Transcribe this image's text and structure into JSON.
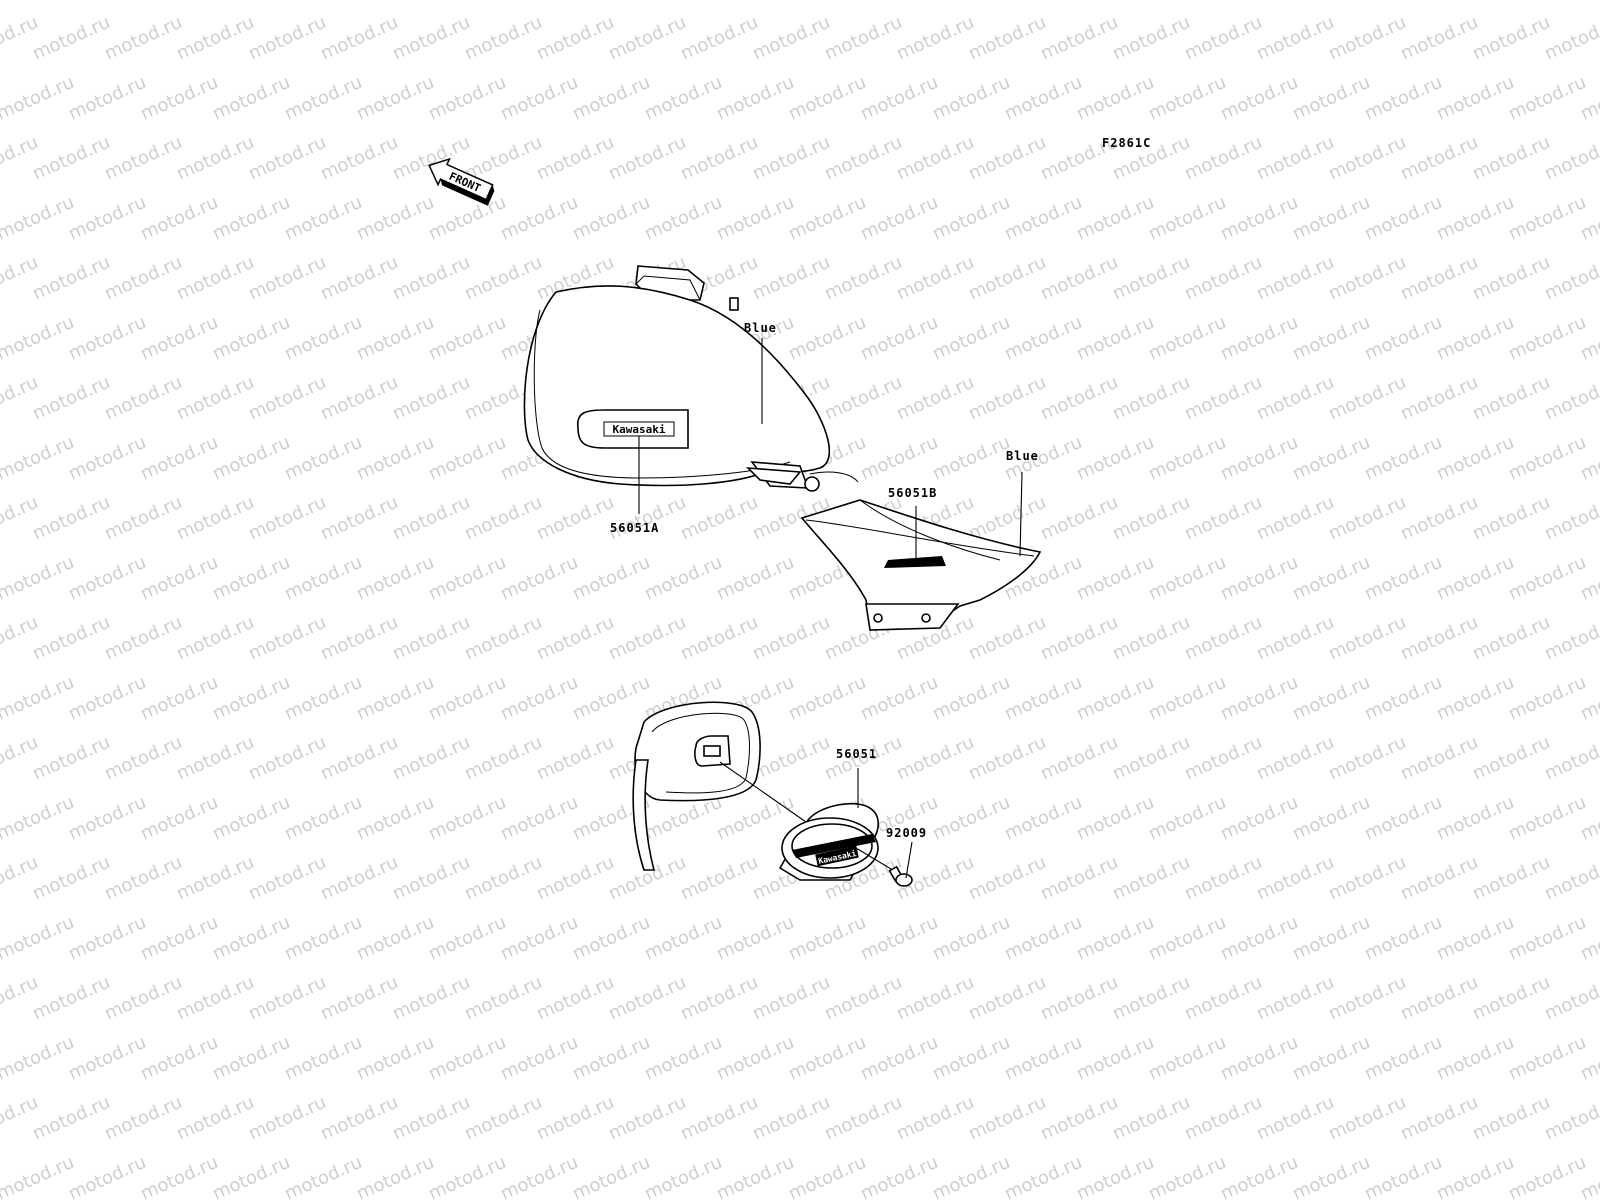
{
  "diagram": {
    "code": "F2861C",
    "front_label": "FRONT",
    "watermark": "motod.ru",
    "labels": {
      "tank_color": "Blue",
      "tank_part": "56051A",
      "cover_color": "Blue",
      "cover_part": "56051B",
      "emblem_part": "56051",
      "screw_part": "92009"
    },
    "decal_texts": {
      "tank_logo": "Kawasaki",
      "emblem_logo": "Kawasaki"
    }
  }
}
